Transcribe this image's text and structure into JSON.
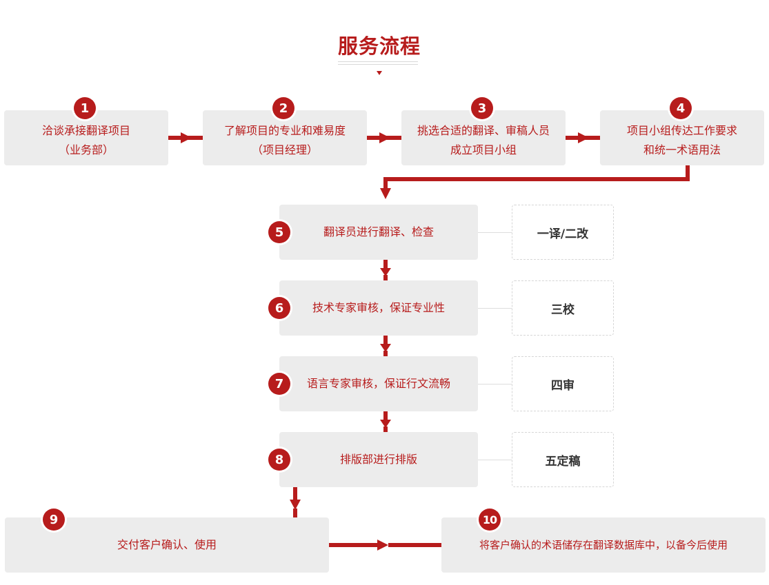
{
  "page": {
    "title": "服务流程",
    "accent_color": "#b71c1c",
    "box_color": "#ececec"
  },
  "steps": [
    {
      "num": "1",
      "line1": "洽谈承接翻译项目",
      "line2": "（业务部）"
    },
    {
      "num": "2",
      "line1": "了解项目的专业和难易度",
      "line2": "（项目经理）"
    },
    {
      "num": "3",
      "line1": "挑选合适的翻译、审稿人员",
      "line2": "成立项目小组"
    },
    {
      "num": "4",
      "line1": "项目小组传达工作要求",
      "line2": "和统一术语用法"
    },
    {
      "num": "5",
      "label": "翻译员进行翻译、检查",
      "side": "一译/二改"
    },
    {
      "num": "6",
      "label": "技术专家审核，保证专业性",
      "side": "三校"
    },
    {
      "num": "7",
      "label": "语言专家审核，保证行文流畅",
      "side": "四审"
    },
    {
      "num": "8",
      "label": "排版部进行排版",
      "side": "五定稿"
    },
    {
      "num": "9",
      "label": "交付客户确认、使用"
    },
    {
      "num": "10",
      "label": "将客户确认的术语储存在翻译数据库中，以备今后使用"
    }
  ]
}
